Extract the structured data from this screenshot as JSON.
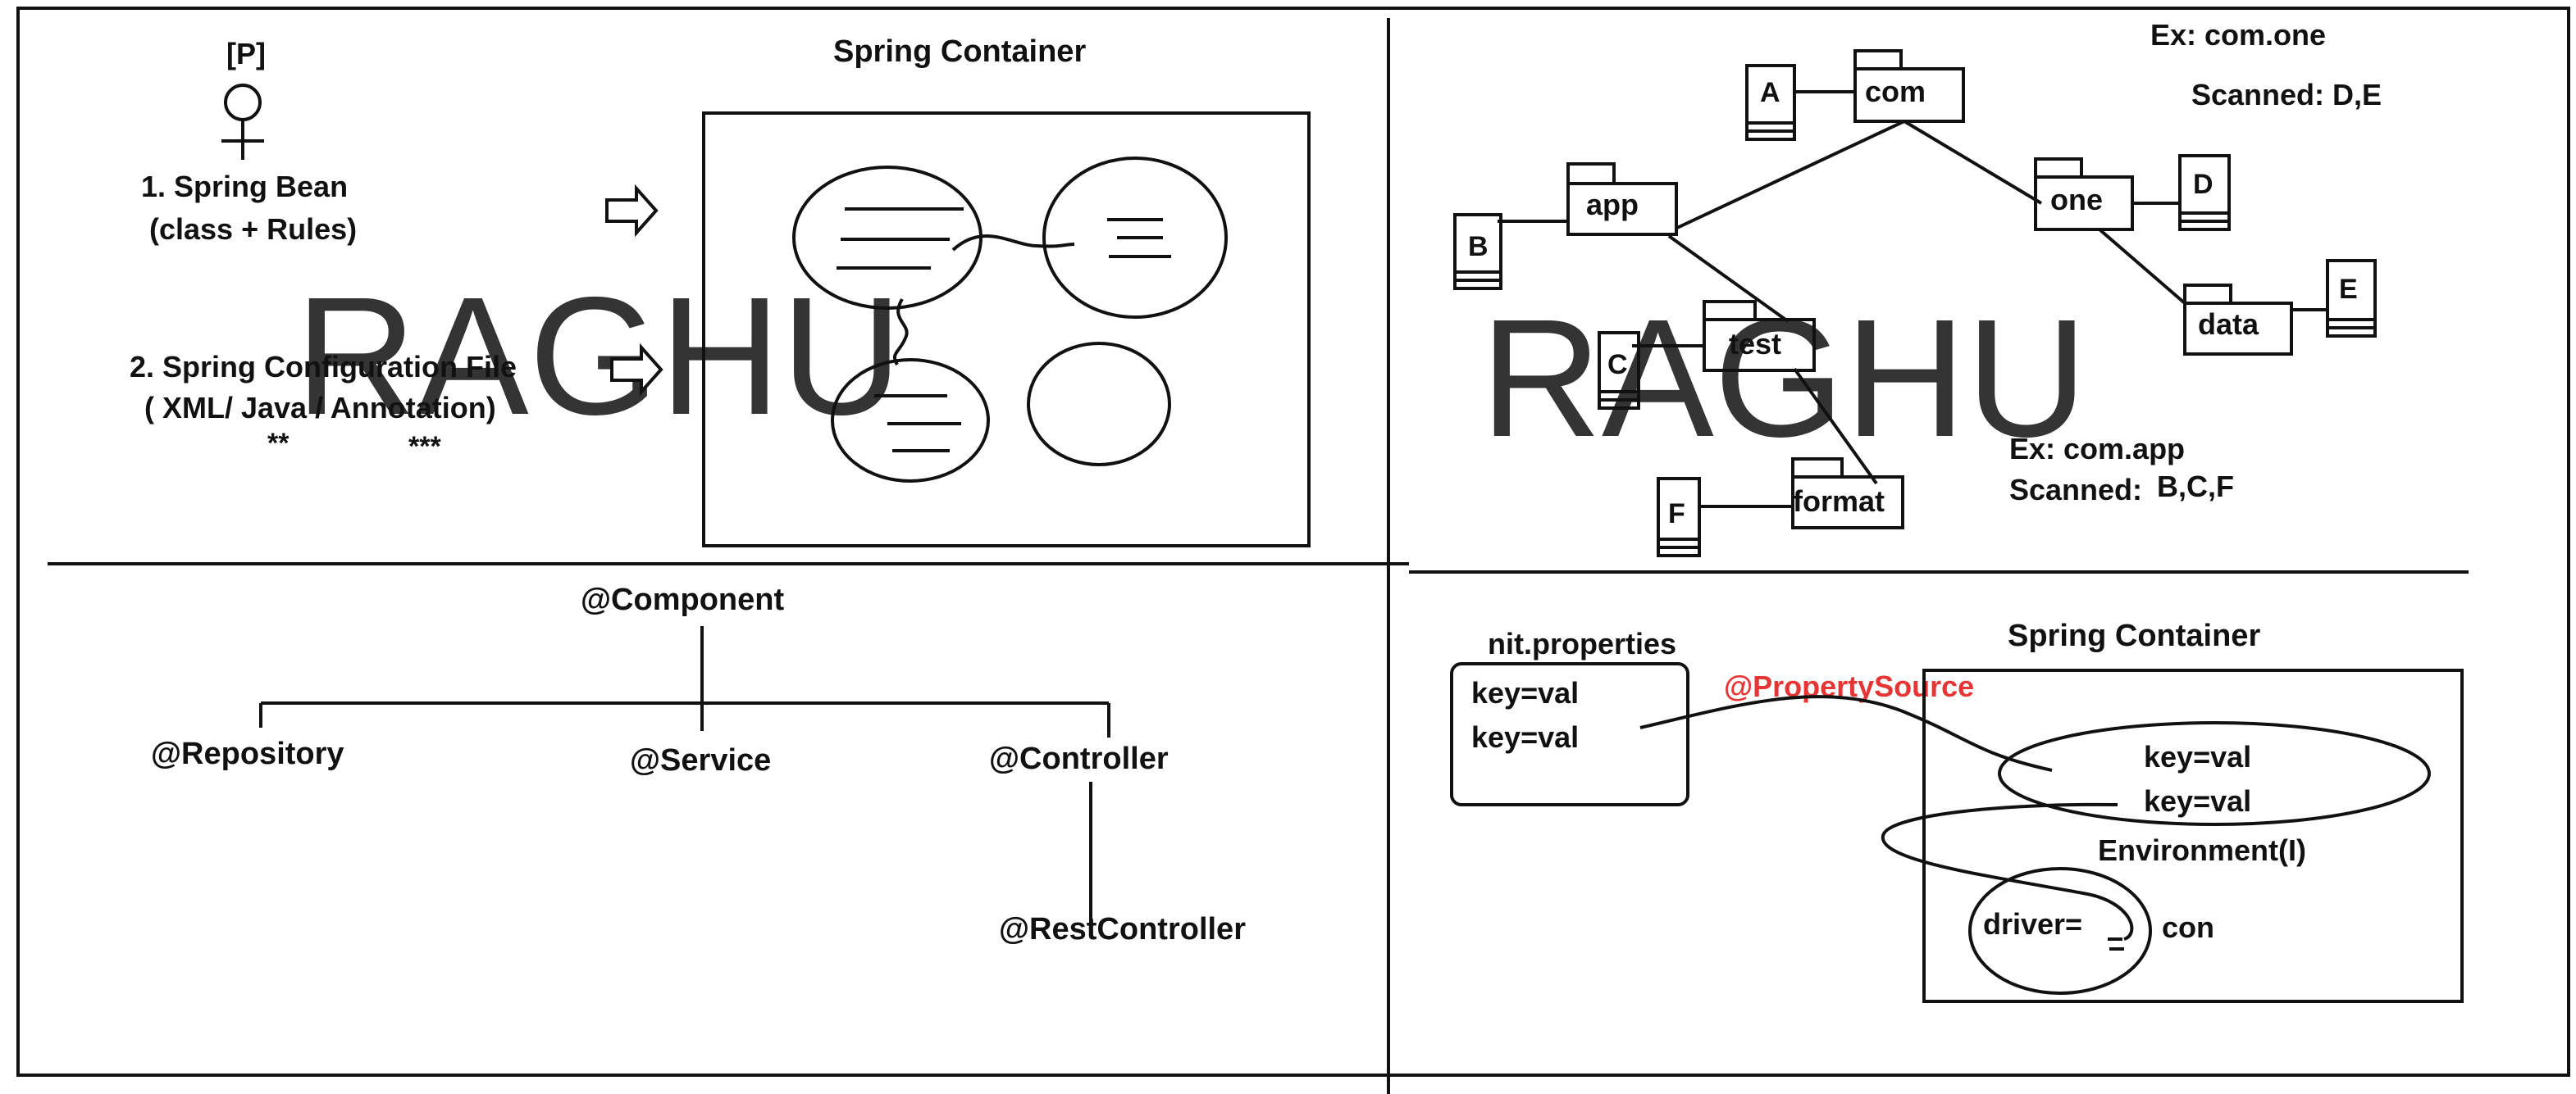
{
  "watermark": {
    "text": "RAGHU",
    "color_left": "#b3a9e6",
    "color_right": "#ead9a3"
  },
  "colors": {
    "stroke": "#111111",
    "accent": "#e53535",
    "background": "#ffffff"
  },
  "top_left": {
    "person_label": "[P]",
    "item1_line1": "1. Spring Bean",
    "item1_line2": "(class + Rules)",
    "item2_line1": "2. Spring Configuration File",
    "item2_line2": "( XML/ Java / Annotation)",
    "stars_a": "**",
    "stars_b": "***",
    "container_title": "Spring Container"
  },
  "top_right": {
    "example1_title": "Ex: com.one",
    "example1_scanned": "Scanned: D,E",
    "example2_title": "Ex:  com.app",
    "example2_scanned_label": "Scanned:",
    "example2_scanned_value": "B,C,F",
    "packages": {
      "com": "com",
      "app": "app",
      "one": "one",
      "test": "test",
      "data": "data",
      "format": "format"
    },
    "classes": {
      "a": "A",
      "b": "B",
      "c": "C",
      "d": "D",
      "e": "E",
      "f": "F"
    }
  },
  "bottom_left": {
    "root": "@Component",
    "repository": "@Repository",
    "service": "@Service",
    "controller": "@Controller",
    "rest_controller": "@RestController"
  },
  "bottom_right": {
    "file_title": "nit.properties",
    "file_line1": "key=val",
    "file_line2": "key=val",
    "annotation": "@PropertySource",
    "container_title": "Spring Container",
    "env_line1": "key=val",
    "env_line2": "key=val",
    "env_label": "Environment(I)",
    "driver": "driver=",
    "con": "con"
  }
}
